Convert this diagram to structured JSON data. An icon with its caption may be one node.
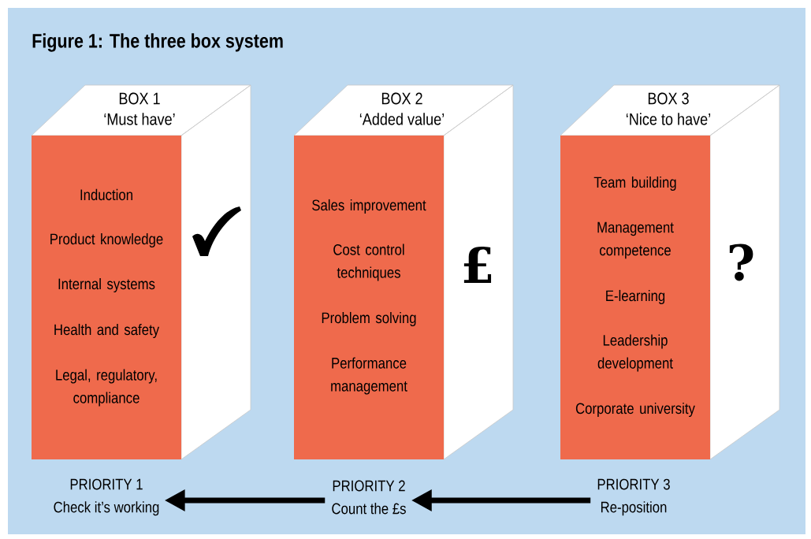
{
  "diagram": {
    "title": "Figure 1: The three box system",
    "nodes": [
      {
        "text": [
          "BOX 1",
          "‘Must have’",
          "Induction",
          "Product knowledge",
          "Internal systems",
          "Health and safety",
          "Legal, regulatory, compliance"
        ]
      },
      {
        "text": [
          "BOX 2",
          "‘Added value’",
          "Sales improvement",
          "Cost control techniques",
          "Problem solving",
          "Performance management",
          "£"
        ]
      },
      {
        "text": [
          "BOX 3",
          "‘Nice to have’",
          "Team building",
          "Management competence",
          "E-learning",
          "Leadership development",
          "Corporate university",
          "?"
        ]
      },
      {
        "text": [
          "PRIORITY 1",
          "Check it’s working"
        ]
      },
      {
        "text": [
          "PRIORITY 2",
          "Count the £s"
        ]
      },
      {
        "text": [
          "PRIORITY 3",
          "Re-position"
        ]
      }
    ],
    "edges": [
      {
        "from": 5,
        "to": 4,
        "arrow": "to"
      },
      {
        "from": 4,
        "to": 3,
        "arrow": "to"
      }
    ]
  }
}
